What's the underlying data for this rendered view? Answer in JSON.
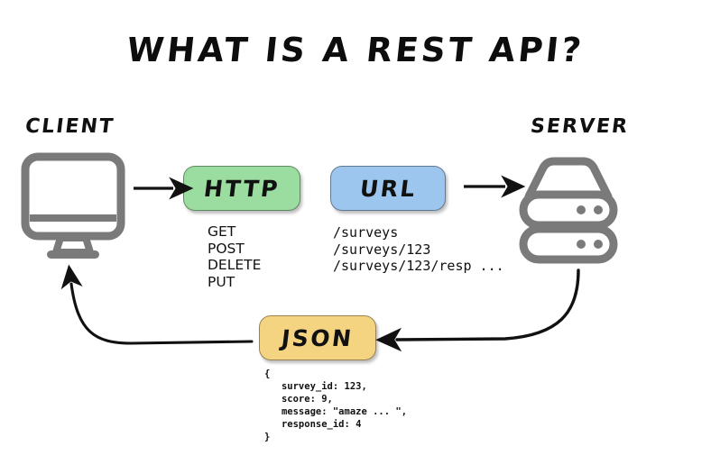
{
  "title": "WHAT IS A REST API?",
  "nodes": {
    "client": {
      "label": "CLIENT",
      "icon": "monitor-icon"
    },
    "server": {
      "label": "SERVER",
      "icon": "server-rack-icon"
    }
  },
  "boxes": {
    "http": {
      "label": "HTTP",
      "color": "#9BDCA0"
    },
    "url": {
      "label": "URL",
      "color": "#9DC6EE"
    },
    "json": {
      "label": "JSON",
      "color": "#F5D481"
    }
  },
  "http_methods": {
    "items": [
      "GET",
      "POST",
      "DELETE",
      "PUT"
    ],
    "text": "GET\nPOST\nDELETE\nPUT"
  },
  "url_paths": {
    "items": [
      "/surveys",
      "/surveys/123",
      "/surveys/123/resp ..."
    ],
    "text": "/surveys\n/surveys/123\n/surveys/123/resp ..."
  },
  "json_payload": {
    "lines": [
      "{",
      "   survey_id: 123,",
      "   score: 9,",
      "   message: \"amaze ... \",",
      "   response_id: 4",
      "}"
    ],
    "text": "{\n   survey_id: 123,\n   score: 9,\n   message: \"amaze ... \",\n   response_id: 4\n}"
  },
  "arrows": [
    {
      "name": "arrow-client-to-http",
      "style": "straight",
      "direction": "right"
    },
    {
      "name": "arrow-url-to-server",
      "style": "straight",
      "direction": "right"
    },
    {
      "name": "arrow-server-to-json",
      "style": "curved",
      "direction": "left"
    },
    {
      "name": "arrow-json-to-client",
      "style": "curved",
      "direction": "up-left"
    }
  ],
  "colors": {
    "icon_gray": "#7A7A7A",
    "stroke_black": "#111111",
    "background": "#FFFFFF"
  }
}
